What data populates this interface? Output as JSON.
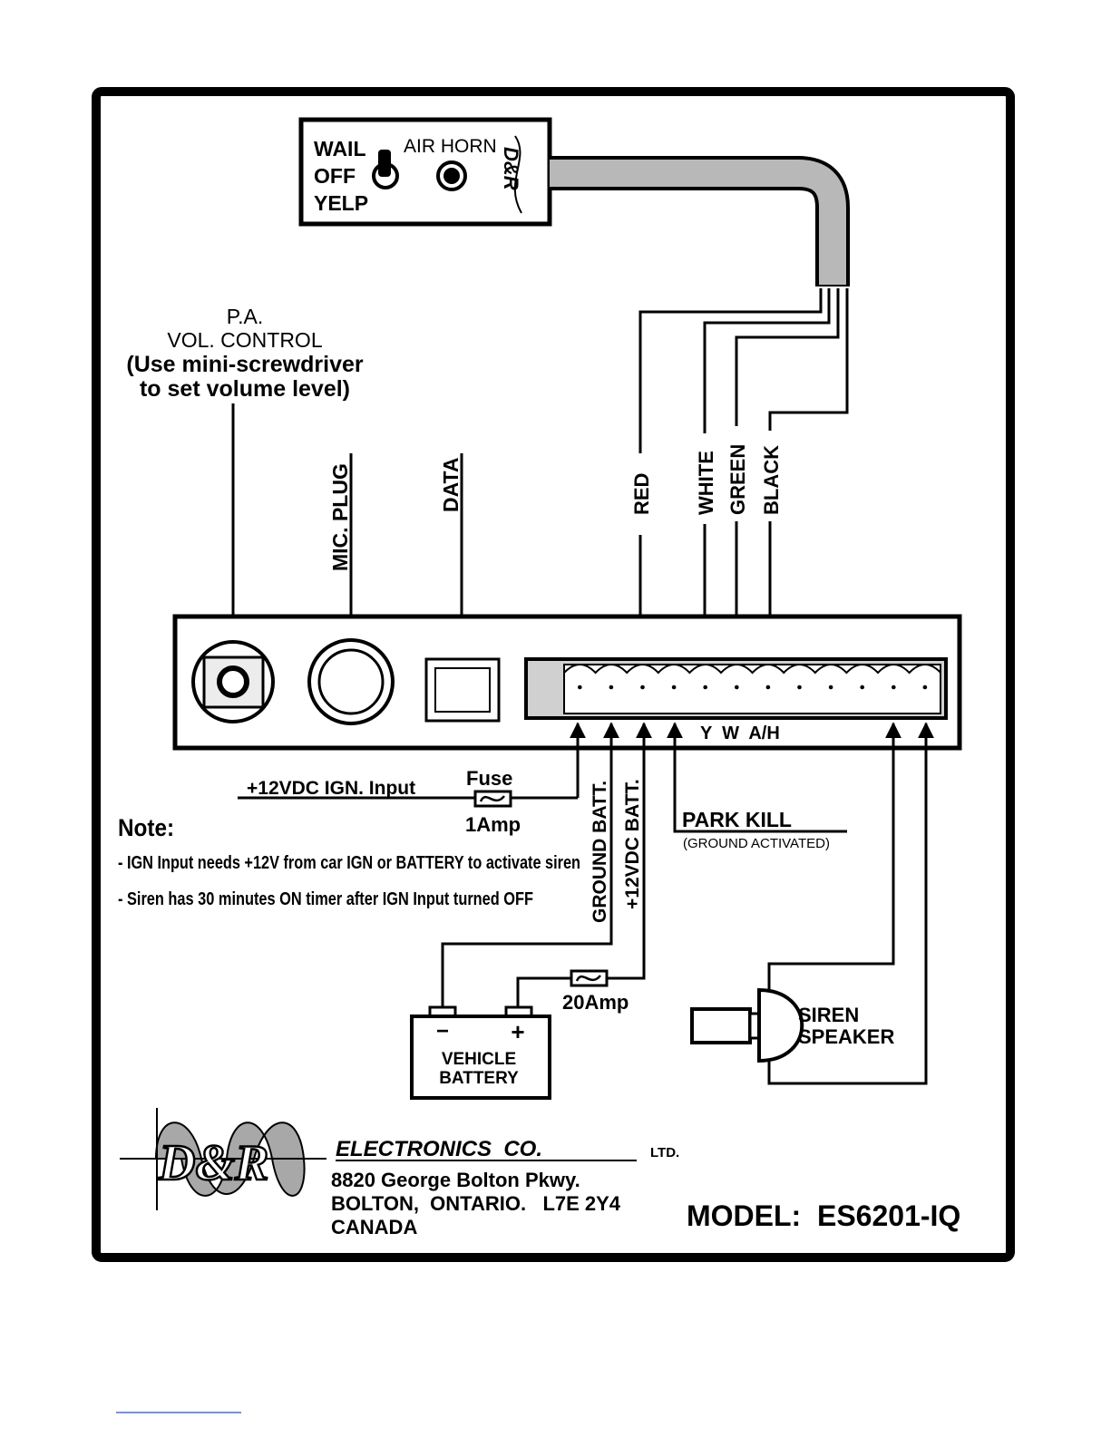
{
  "switch_panel": {
    "modes": [
      "WAIL",
      "OFF",
      "YELP"
    ],
    "air_horn": "AIR HORN",
    "logo": "D&R"
  },
  "pa": {
    "line1": "P.A.",
    "line2": "VOL. CONTROL",
    "line3": "(Use mini-screwdriver",
    "line4": "to set volume level)"
  },
  "labels": {
    "mic_plug": "MIC. PLUG",
    "data": "DATA",
    "wires": [
      "RED",
      "WHITE",
      "GREEN",
      "BLACK"
    ],
    "terminal_letters": "Y  W  A/H",
    "ign_input": "+12VDC IGN. Input",
    "fuse": "Fuse",
    "fuse_rating": "1Amp",
    "ground_batt": "GROUND BATT.",
    "plus_batt": "+12VDC BATT.",
    "park_kill": "PARK KILL",
    "park_kill_note": "(GROUND ACTIVATED)",
    "fuse2_rating": "20Amp",
    "battery_minus": "−",
    "battery_plus": "+",
    "battery_line1": "VEHICLE",
    "battery_line2": "BATTERY",
    "siren_line1": "SIREN",
    "siren_line2": "SPEAKER"
  },
  "note": {
    "title": "Note:",
    "line1": "- IGN Input needs +12V from car IGN or BATTERY to activate siren",
    "line2": "- Siren has 30 minutes ON timer after IGN Input turned OFF"
  },
  "company": {
    "logo": "D&R",
    "name": "ELECTRONICS  CO.",
    "ltd": "LTD.",
    "address1": "8820 George Bolton Pkwy.",
    "address2": "BOLTON,  ONTARIO.   L7E 2Y4",
    "address3": "CANADA"
  },
  "model": "MODEL:  ES6201-IQ",
  "colors": {
    "frame": "#000000",
    "cable": "#b8b8b8",
    "panel_gray": "#d0d0d0",
    "logo_gray": "#a8a8a8"
  }
}
